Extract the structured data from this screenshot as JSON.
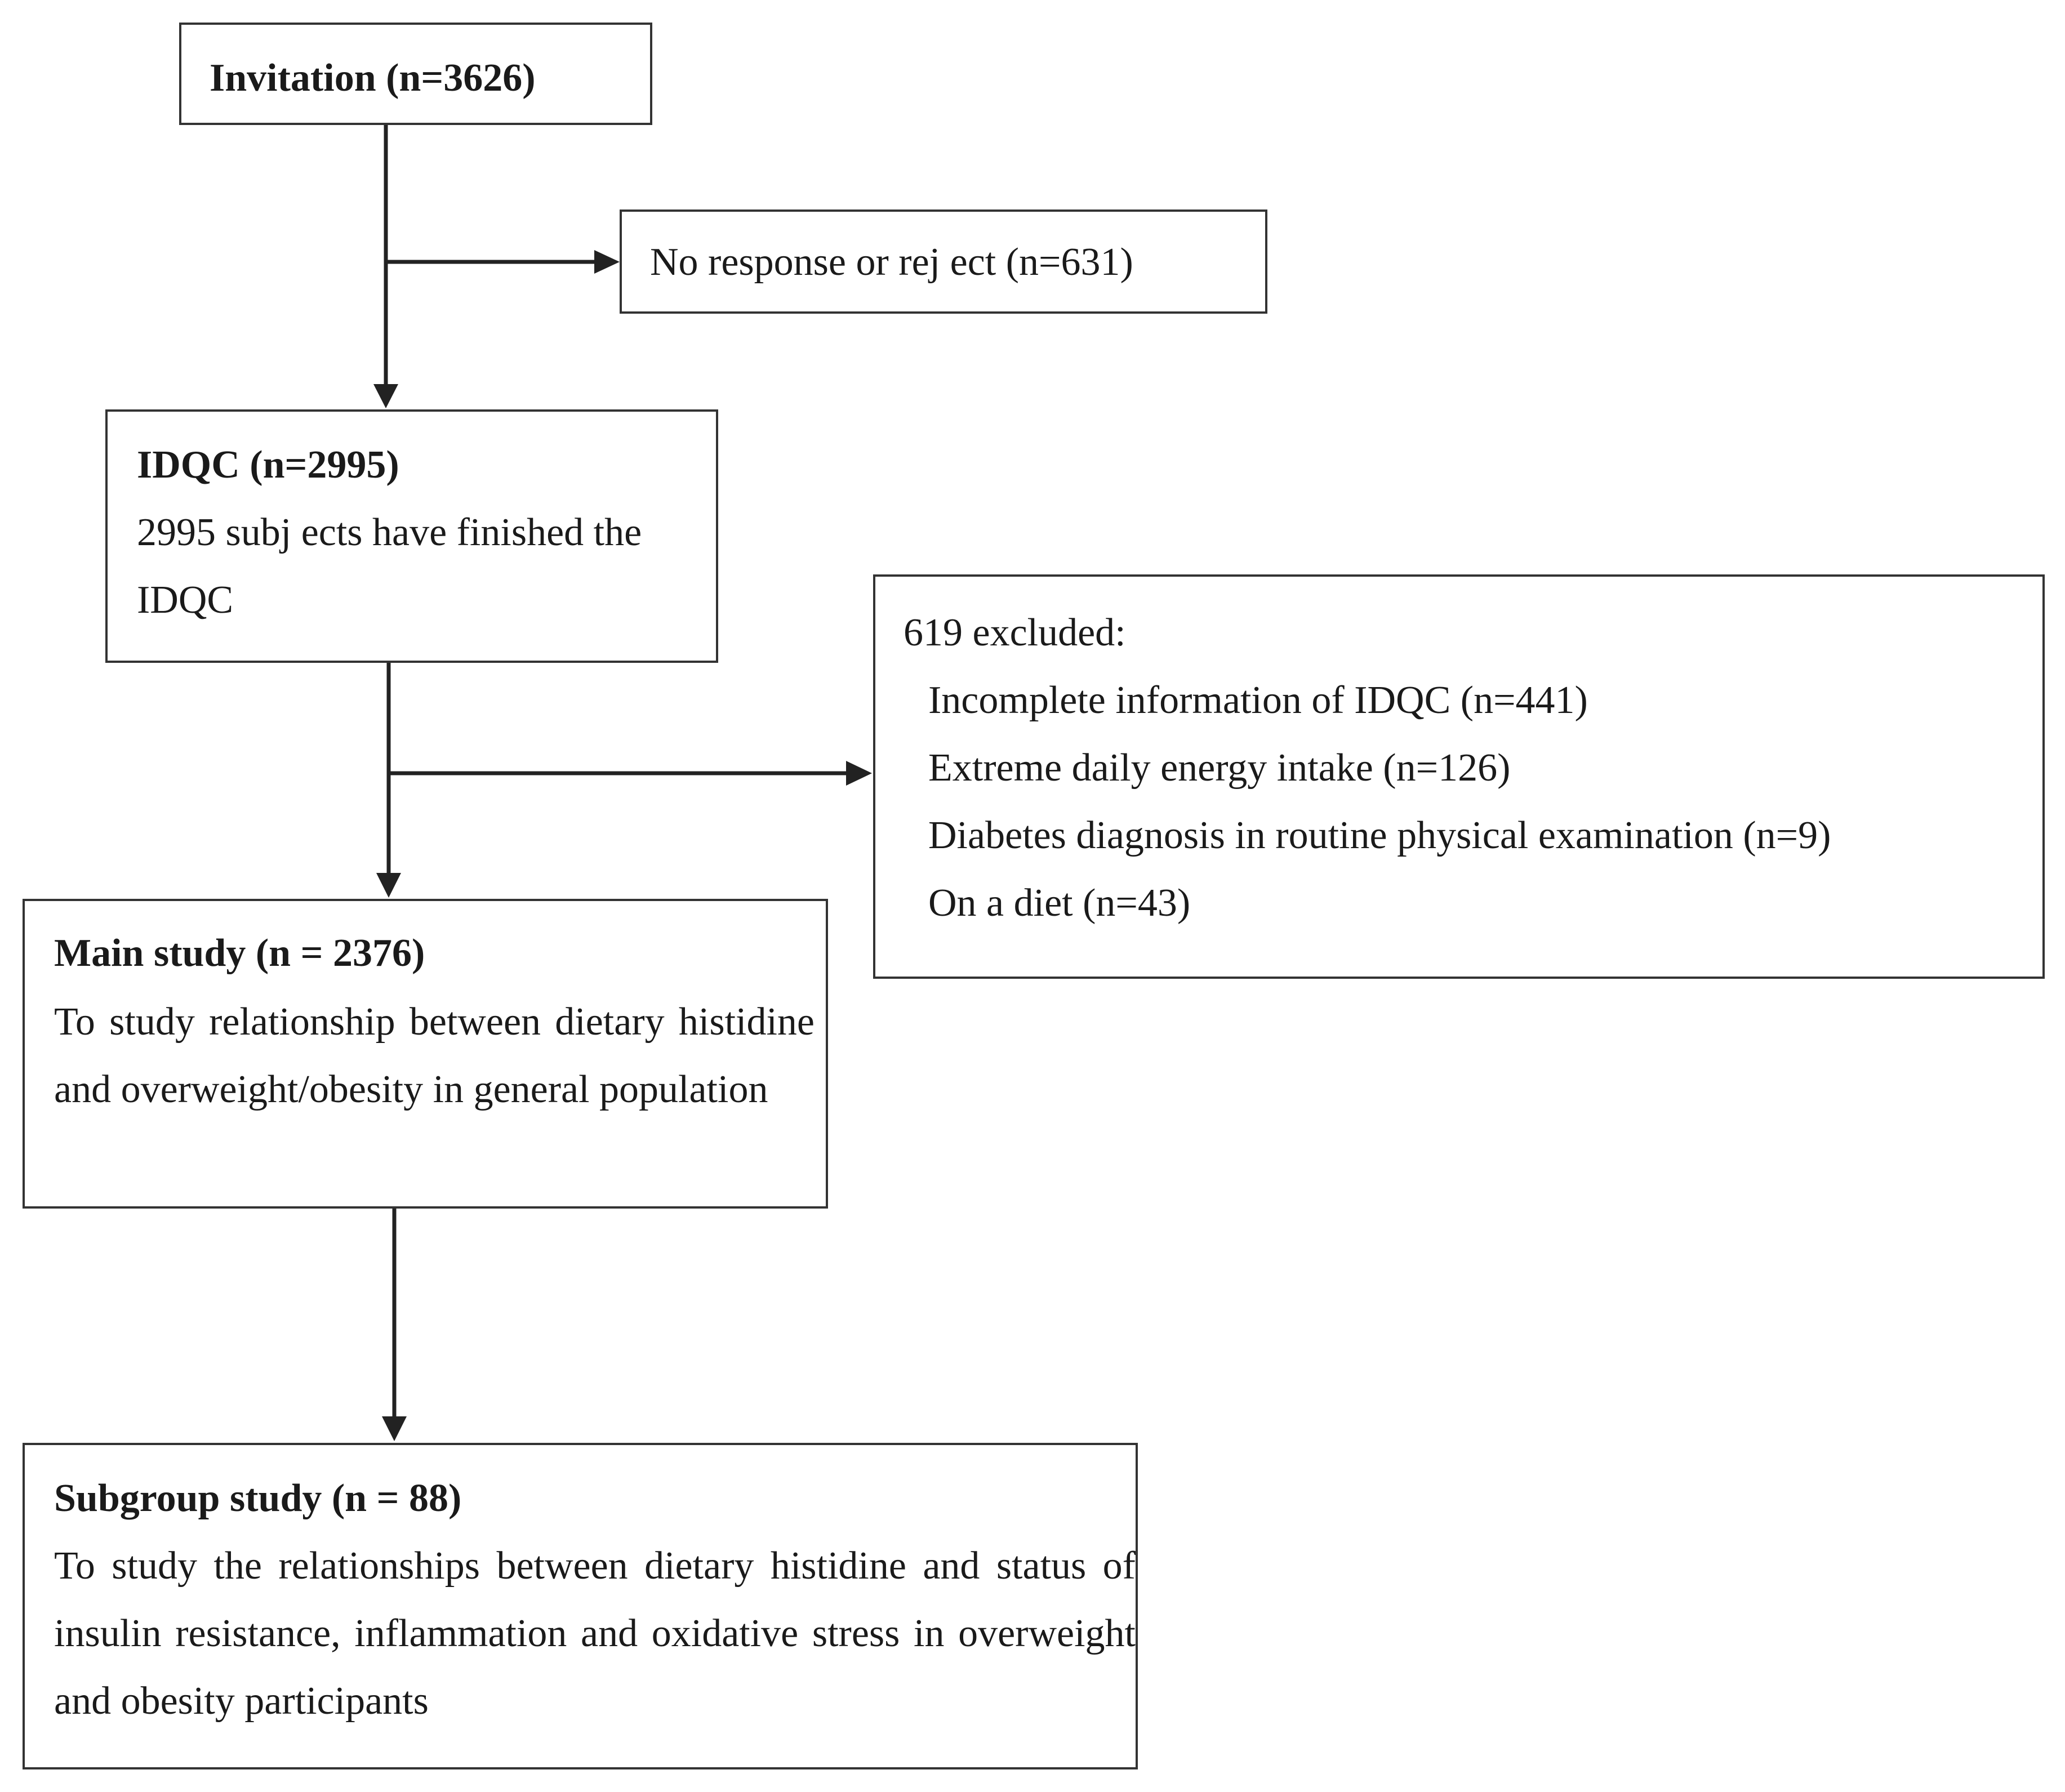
{
  "diagram": {
    "invitation": {
      "title": "Invitation (n=3626)"
    },
    "no_response": {
      "label": "No response or rej ect (n=631)"
    },
    "idqc": {
      "title": "IDQC (n=2995)",
      "description": "2995 subj ects have finished the IDQC"
    },
    "excluded": {
      "heading": "619 excluded:",
      "items": [
        "Incomplete information of IDQC (n=441)",
        "Extreme daily energy intake (n=126)",
        "Diabetes diagnosis in routine physical examination (n=9)",
        "On a diet (n=43)"
      ]
    },
    "main_study": {
      "title": "Main study (n = 2376)",
      "description": "To study relationship between dietary histidine and overweight/obesity in general population"
    },
    "subgroup_study": {
      "title": "Subgroup study (n = 88)",
      "description": "To study the relationships between dietary histidine and status of insulin resistance, inflammation and oxidative stress in overweight and obesity participants"
    },
    "colors": {
      "stroke": "#333333",
      "text": "#1a1a1a",
      "background": "#ffffff"
    }
  }
}
